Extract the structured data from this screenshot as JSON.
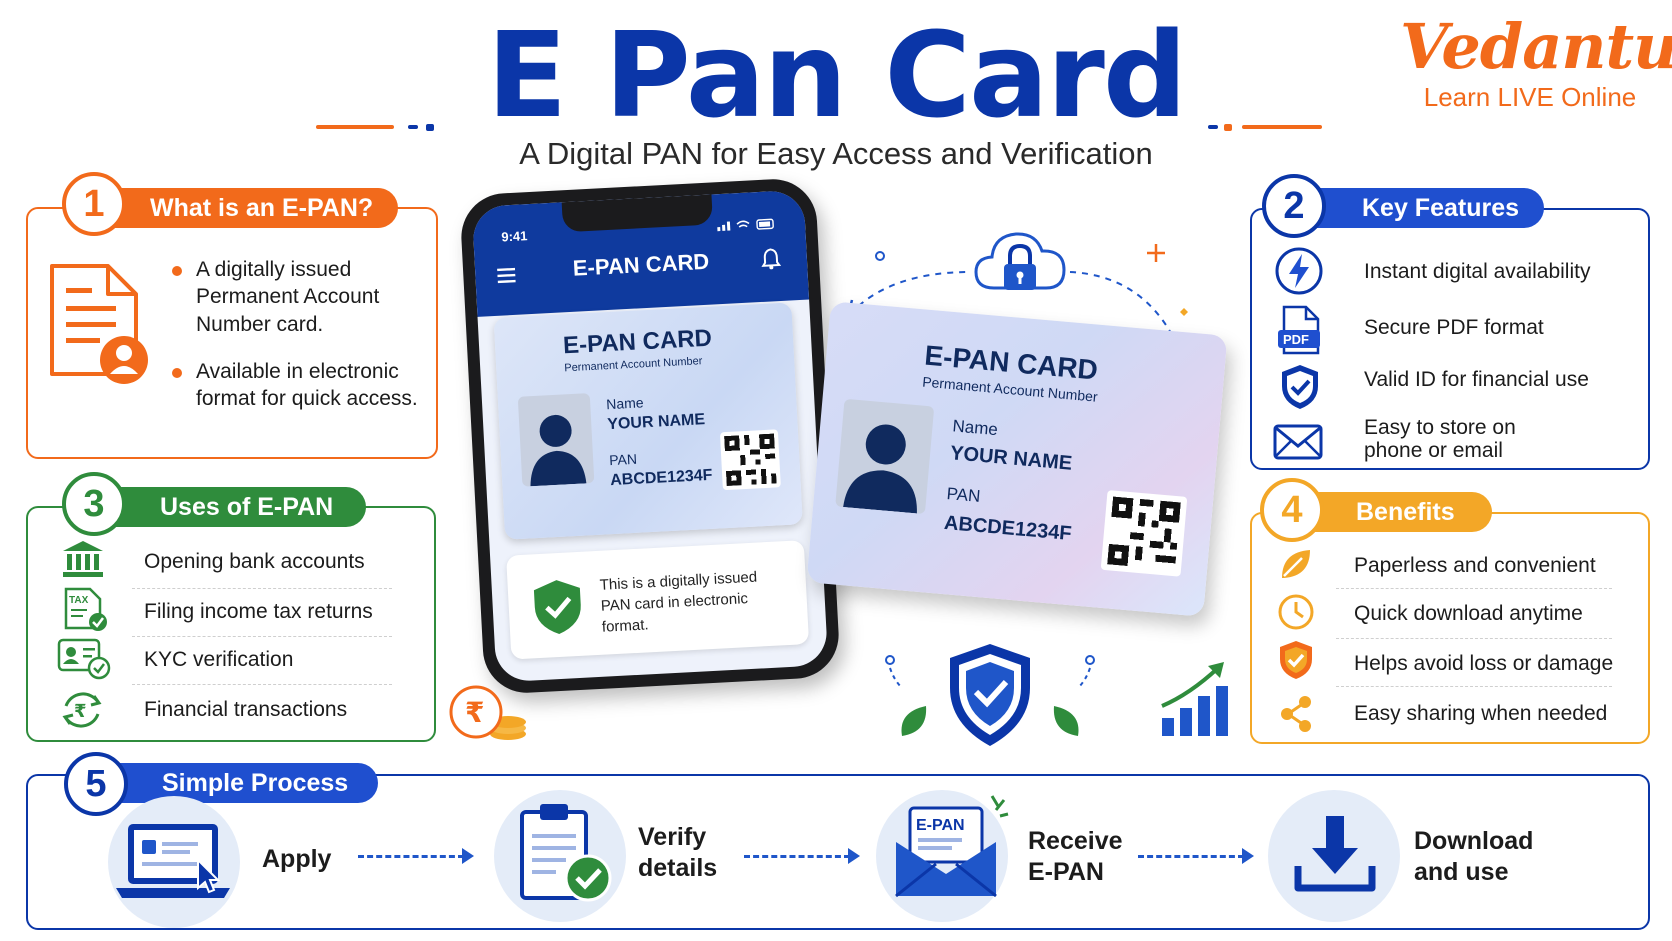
{
  "header": {
    "title": "E Pan Card",
    "subtitle": "A Digital PAN for Easy Access and Verification",
    "brand_name": "Vedantu",
    "brand_tagline": "Learn LIVE Online"
  },
  "colors": {
    "primary_blue": "#0b36a8",
    "brand_orange": "#f26a1b",
    "green": "#2f8c3c",
    "amber": "#f3a727"
  },
  "sections": {
    "what": {
      "number": "1",
      "title": "What is an E-PAN?",
      "icon": "document-user-icon",
      "points": [
        "A digitally issued Permanent Account Number card.",
        "Available in electronic format for quick access."
      ]
    },
    "features": {
      "number": "2",
      "title": "Key Features",
      "items": [
        {
          "icon": "lightning-icon",
          "text": "Instant digital availability"
        },
        {
          "icon": "pdf-icon",
          "text": "Secure PDF format",
          "badge": "PDF"
        },
        {
          "icon": "shield-check-icon",
          "text": "Valid ID for financial use"
        },
        {
          "icon": "envelope-icon",
          "text": "Easy to store on phone or email"
        }
      ]
    },
    "uses": {
      "number": "3",
      "title": "Uses of E-PAN",
      "items": [
        {
          "icon": "bank-icon",
          "text": "Opening bank accounts"
        },
        {
          "icon": "tax-document-icon",
          "text": "Filing income tax returns",
          "badge": "TAX"
        },
        {
          "icon": "id-check-icon",
          "text": "KYC verification"
        },
        {
          "icon": "rupee-cycle-icon",
          "text": "Financial transactions"
        }
      ]
    },
    "benefits": {
      "number": "4",
      "title": "Benefits",
      "items": [
        {
          "icon": "leaf-icon",
          "text": "Paperless and convenient"
        },
        {
          "icon": "clock-icon",
          "text": "Quick download anytime"
        },
        {
          "icon": "shield-check-icon",
          "text": "Helps avoid loss or damage"
        },
        {
          "icon": "share-icon",
          "text": "Easy sharing when needed"
        }
      ]
    },
    "process": {
      "number": "5",
      "title": "Simple Process",
      "steps": [
        {
          "icon": "laptop-cursor-icon",
          "label": "Apply"
        },
        {
          "icon": "clipboard-check-icon",
          "label": "Verify details"
        },
        {
          "icon": "envelope-epan-icon",
          "label": "Receive E-PAN",
          "badge": "E-PAN"
        },
        {
          "icon": "download-icon",
          "label": "Download and use"
        }
      ]
    }
  },
  "phone": {
    "time": "9:41",
    "app_title": "E-PAN CARD",
    "card_title": "E-PAN CARD",
    "card_subtitle": "Permanent Account Number",
    "name_label": "Name",
    "name_value": "YOUR NAME",
    "pan_label": "PAN",
    "pan_value": "ABCDE1234F",
    "note": "This is a digitally issued PAN card in electronic format."
  },
  "card": {
    "title": "E-PAN CARD",
    "subtitle": "Permanent Account Number",
    "name_label": "Name",
    "name_value": "YOUR NAME",
    "pan_label": "PAN",
    "pan_value": "ABCDE1234F"
  }
}
